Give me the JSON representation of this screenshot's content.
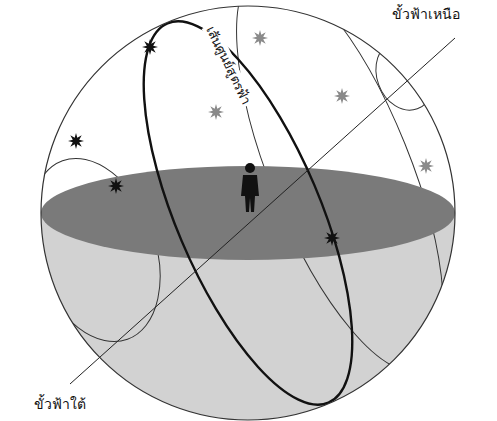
{
  "diagram": {
    "labels": [
      "เส้นศูนย์สูตรฟ้า",
      "ขั้วฟ้าเหนือ",
      "ขั้วฟ้าใต้"
    ]
  }
}
